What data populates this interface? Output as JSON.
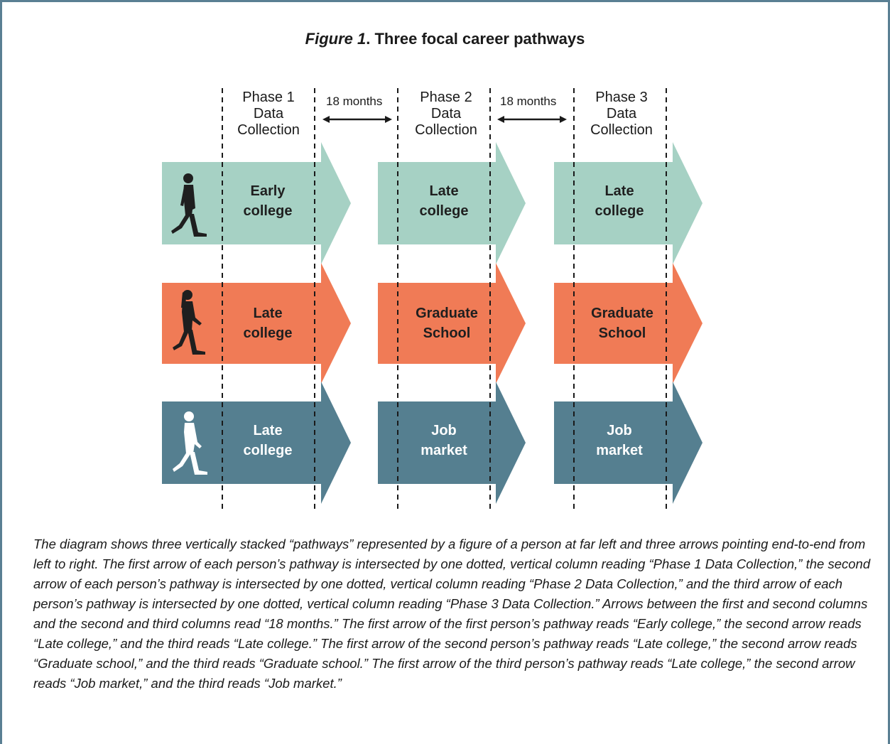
{
  "figure": {
    "title_prefix": "Figure 1",
    "title_rest": ". Three focal career pathways"
  },
  "phases": [
    {
      "line1": "Phase 1",
      "line2": "Data",
      "line3": "Collection"
    },
    {
      "line1": "Phase 2",
      "line2": "Data",
      "line3": "Collection"
    },
    {
      "line1": "Phase 3",
      "line2": "Data",
      "line3": "Collection"
    }
  ],
  "gaps": [
    "18 months",
    "18 months"
  ],
  "pathways": [
    {
      "color": "#a6d1c4",
      "person_icon": "walking-man-icon",
      "person_color": "#1f1f1f",
      "steps": [
        {
          "line1": "Early",
          "line2": "college"
        },
        {
          "line1": "Late",
          "line2": "college"
        },
        {
          "line1": "Late",
          "line2": "college"
        }
      ]
    },
    {
      "color": "#f07b56",
      "person_icon": "walking-woman-icon",
      "person_color": "#1f1f1f",
      "steps": [
        {
          "line1": "Late",
          "line2": "college"
        },
        {
          "line1": "Graduate",
          "line2": "School"
        },
        {
          "line1": "Graduate",
          "line2": "School"
        }
      ]
    },
    {
      "color": "#557f90",
      "person_icon": "walking-man-icon",
      "person_color": "#ffffff",
      "steps": [
        {
          "line1": "Late",
          "line2": "college"
        },
        {
          "line1": "Job",
          "line2": "market"
        },
        {
          "line1": "Job",
          "line2": "market"
        }
      ]
    }
  ],
  "caption": "The diagram shows three vertically stacked “pathways” represented by a figure of a person at far left and three arrows pointing end-to-end from left to right. The first arrow of each person’s pathway is intersected by one dotted, vertical column reading “Phase 1 Data Collection,” the second arrow of each person’s pathway is intersected by one dotted, vertical column reading “Phase 2 Data Collection,” and the third arrow of each person’s pathway is intersected by one dotted, vertical column reading “Phase 3 Data Collection.” Arrows between the first and second columns and the second and third columns read “18 months.” The first arrow of the first person’s pathway reads “Early college,” the second arrow reads “Late college,” and the third reads “Late college.” The first arrow of the second person’s pathway reads “Late college,” the second arrow reads “Graduate school,” and the third reads “Graduate school.” The first arrow of the third person’s pathway reads “Late college,” the second arrow reads “Job market,” and the third reads “Job market.”"
}
